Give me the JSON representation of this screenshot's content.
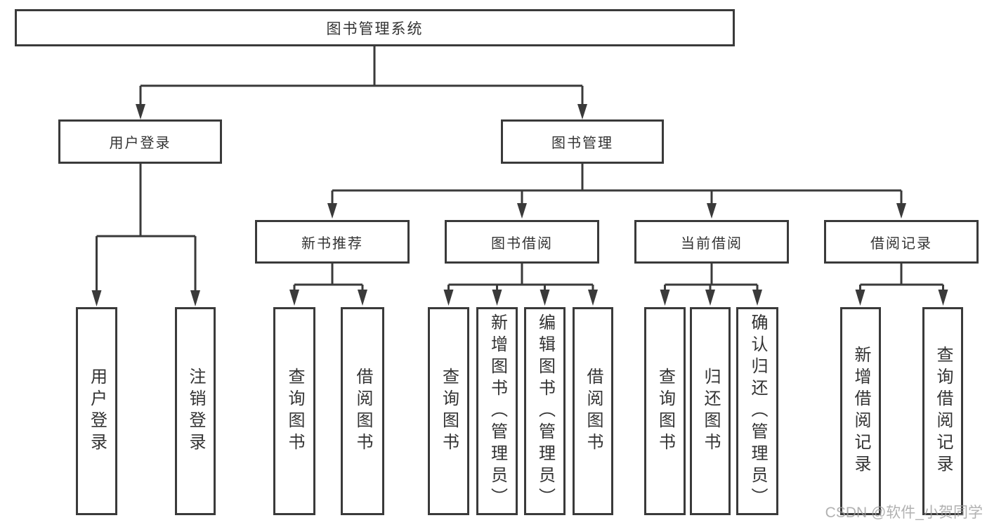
{
  "diagram": {
    "root": "图书管理系统",
    "level2": {
      "user_login": "用户登录",
      "book_management": "图书管理"
    },
    "level3": {
      "new_book_recommend": "新书推荐",
      "book_borrowing": "图书借阅",
      "current_borrowing": "当前借阅",
      "borrowing_records": "借阅记录"
    },
    "leaves": {
      "user_login": [
        "用户登录",
        "注销登录"
      ],
      "new_book_recommend": [
        "查询图书",
        "借阅图书"
      ],
      "book_borrowing": [
        "查询图书",
        "新增图书（管理员）",
        "编辑图书（管理员）",
        "借阅图书"
      ],
      "current_borrowing": [
        "查询图书",
        "归还图书",
        "确认归还（管理员）"
      ],
      "borrowing_records": [
        "新增借阅记录",
        "查询借阅记录"
      ]
    }
  },
  "watermark": "CSDN @软件_小贺同学",
  "colors": {
    "line": "#3a3a3a",
    "box_border": "#3a3a3a",
    "text": "#333333",
    "watermark": "#9e9e9e",
    "bg": "#ffffff"
  }
}
